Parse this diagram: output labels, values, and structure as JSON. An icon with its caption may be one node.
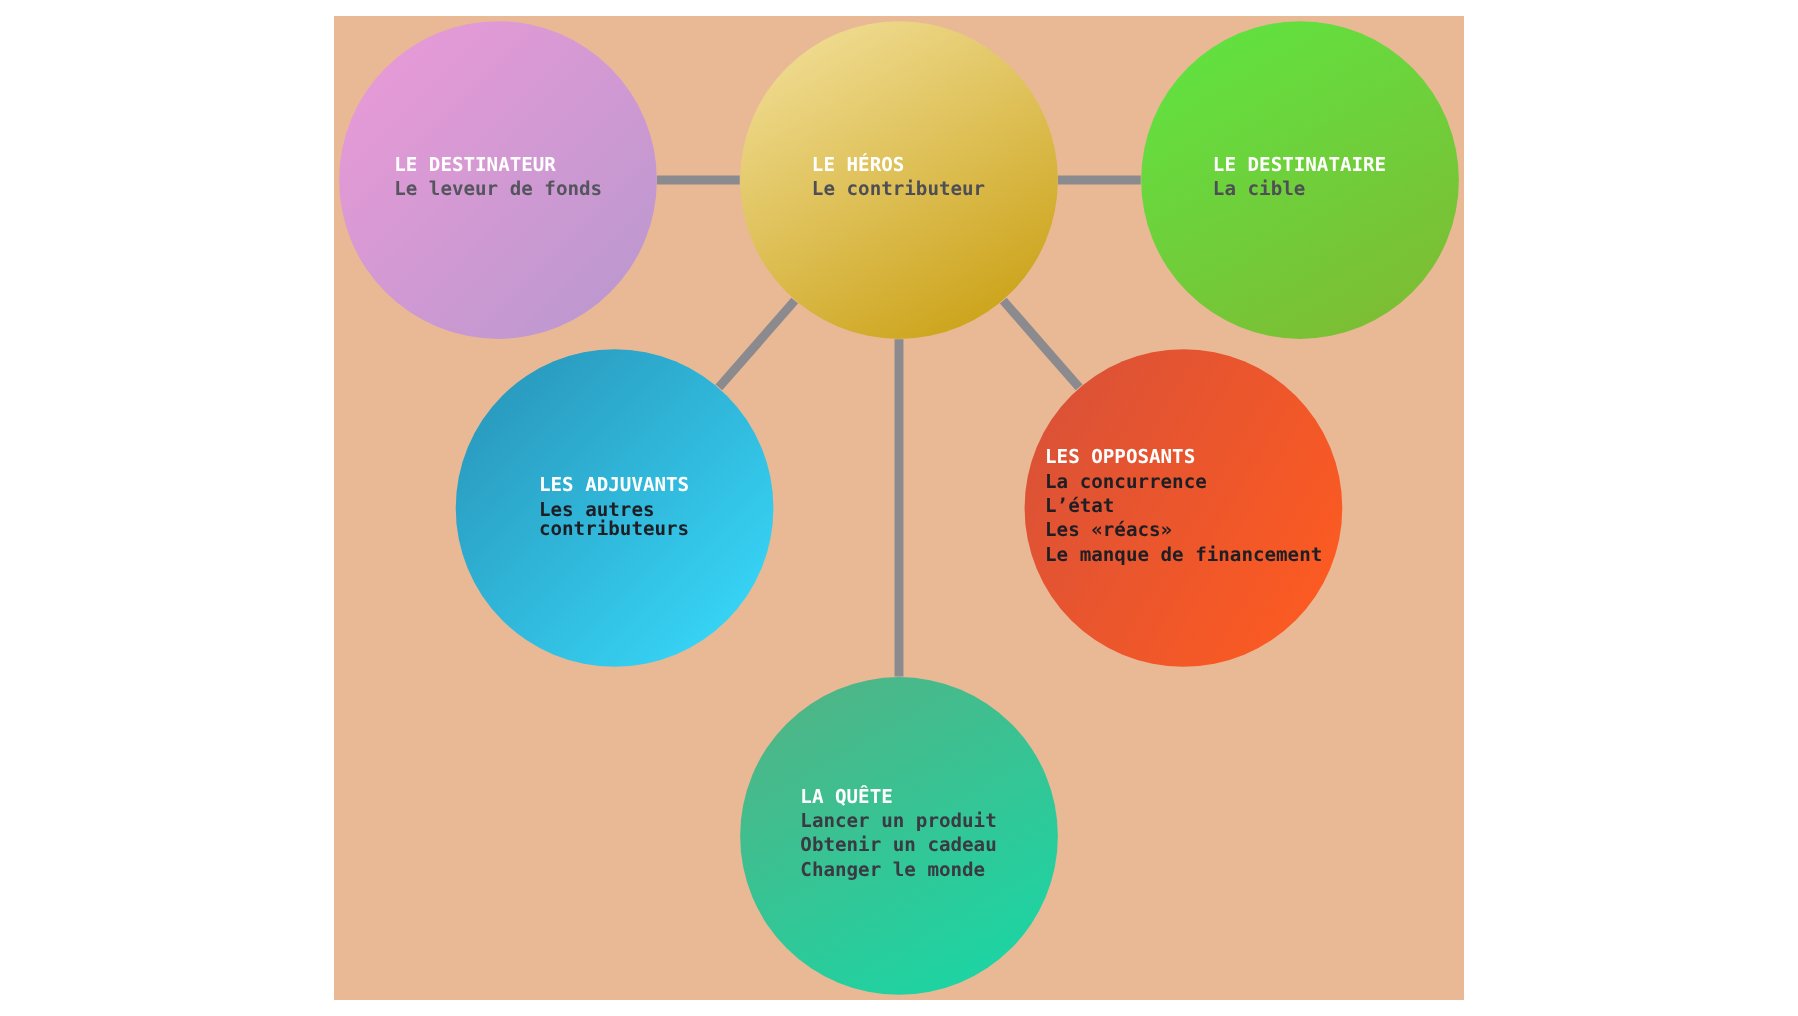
{
  "diagram": {
    "nodes": [
      {
        "text": [
          "LE DESTINATEUR",
          "Le leveur de fonds"
        ]
      },
      {
        "text": [
          "LE HÉROS",
          "Le contributeur"
        ]
      },
      {
        "text": [
          "LE DESTINATAIRE",
          "La cible"
        ]
      },
      {
        "text": [
          "LES ADJUVANTS",
          "Les autres contributeurs"
        ]
      },
      {
        "text": [
          "LES OPPOSANTS",
          "La concurrence",
          "L’état",
          "Les «réacs»",
          "Le manque de financement"
        ]
      },
      {
        "text": [
          "LA QUÊTE",
          "Lancer un produit",
          "Obtenir un cadeau",
          "Changer le monde"
        ]
      }
    ],
    "edges": [
      {
        "from": 0,
        "to": 1,
        "arrow": "none"
      },
      {
        "from": 1,
        "to": 2,
        "arrow": "none"
      },
      {
        "from": 1,
        "to": 3,
        "arrow": "none"
      },
      {
        "from": 1,
        "to": 5,
        "arrow": "none"
      },
      {
        "from": 1,
        "to": 4,
        "arrow": "none"
      }
    ]
  }
}
